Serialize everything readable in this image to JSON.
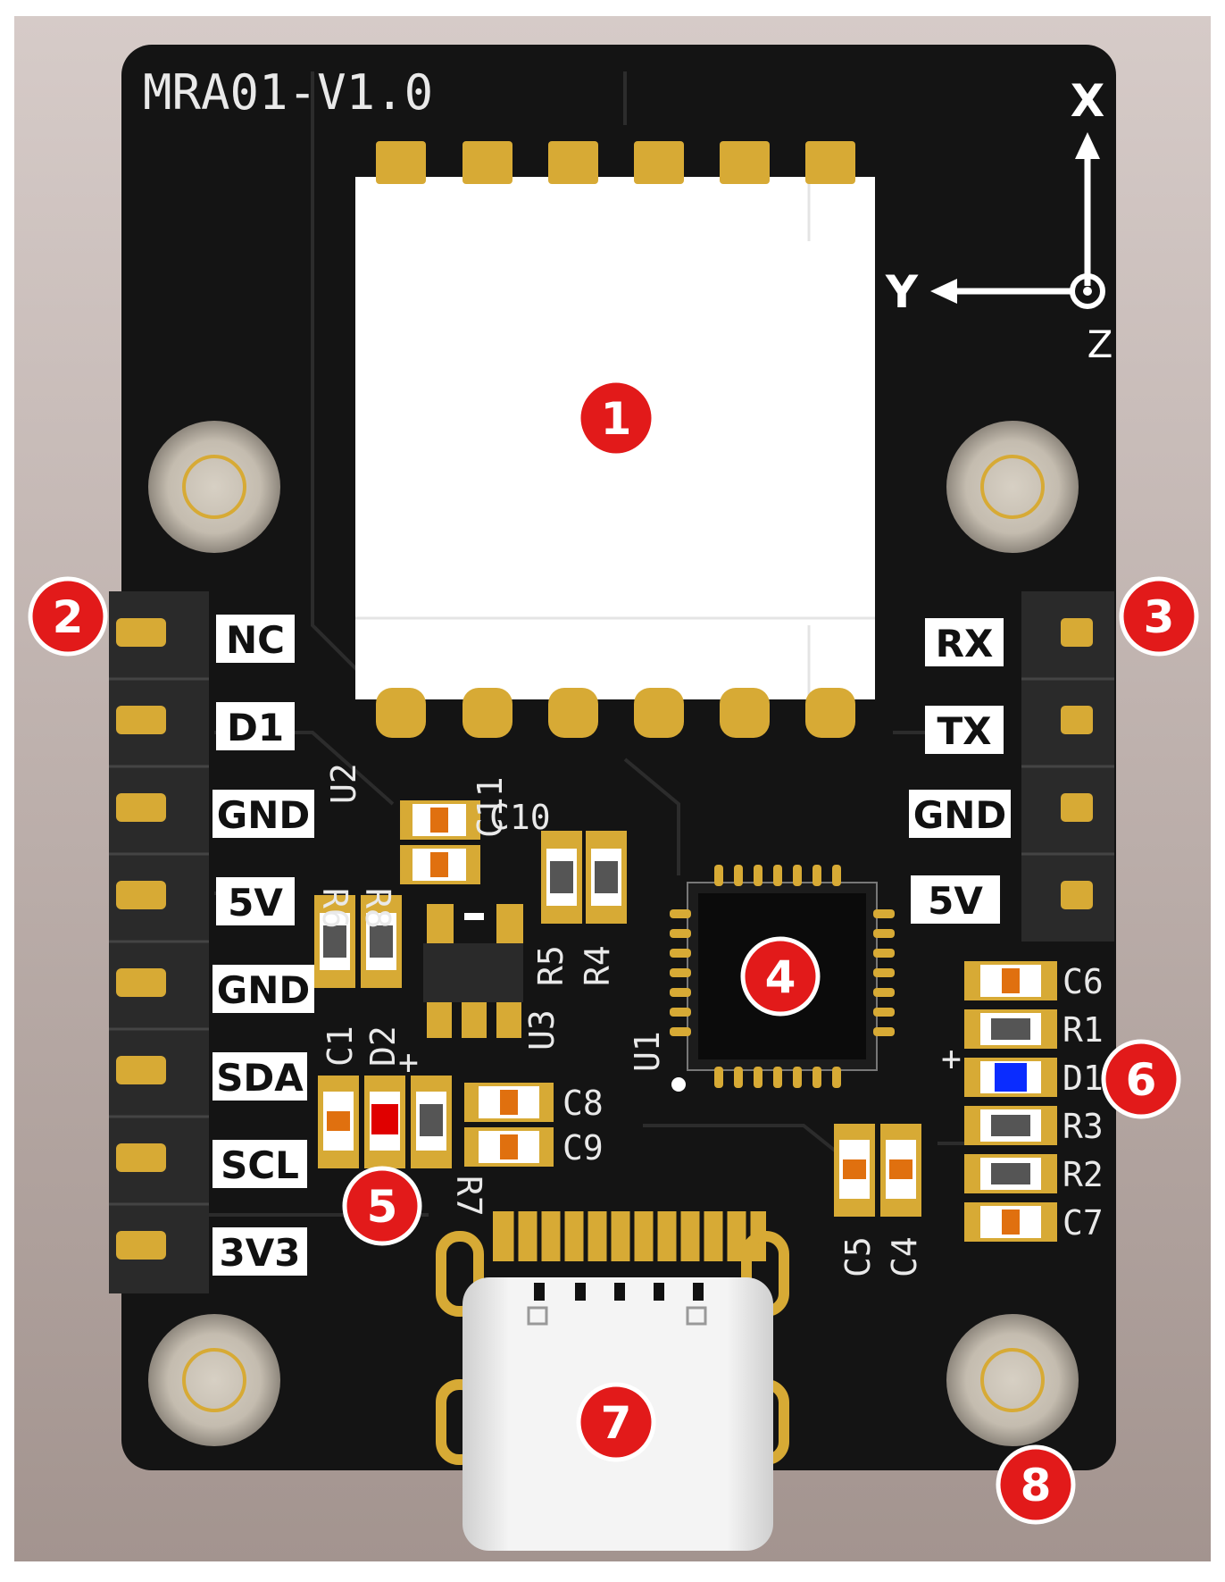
{
  "board": {
    "silkscreen_title": "MRA01-V1.0",
    "colors": {
      "pcb": "#141414",
      "gold": "#d7aa35",
      "module_body": "#ffffff",
      "callout_red": "#e21a1a",
      "smd_orange": "#e0700f",
      "led_red": "#e00000",
      "led_blue": "#0a2cff"
    }
  },
  "axes": {
    "x": "X",
    "y": "Y",
    "z": "Z"
  },
  "left_header": {
    "pins": [
      "NC",
      "D1",
      "GND",
      "5V",
      "GND",
      "SDA",
      "SCL",
      "3V3"
    ]
  },
  "right_header": {
    "pins": [
      "RX",
      "TX",
      "GND",
      "5V"
    ]
  },
  "component_labels": {
    "u2": "U2",
    "r6": "R6",
    "r8": "R8",
    "c10": "C10",
    "c11": "C11",
    "r5": "R5",
    "r4": "R4",
    "u3": "U3",
    "u1": "U1",
    "c1": "C1",
    "d2": "D2",
    "r7": "R7",
    "c8": "C8",
    "c9": "C9",
    "c5": "C5",
    "c4": "C4",
    "c6": "C6",
    "r1": "R1",
    "d1": "D1",
    "r3": "R3",
    "r2": "R2",
    "c7": "C7",
    "plus_d2": "+",
    "plus_d1": "+"
  },
  "callouts": [
    "1",
    "2",
    "3",
    "4",
    "5",
    "6",
    "7",
    "8"
  ],
  "icons": {
    "callout": "numbered-circle-marker",
    "mounting_hole": "mounting-hole-icon",
    "usb": "usb-c-connector-icon"
  }
}
